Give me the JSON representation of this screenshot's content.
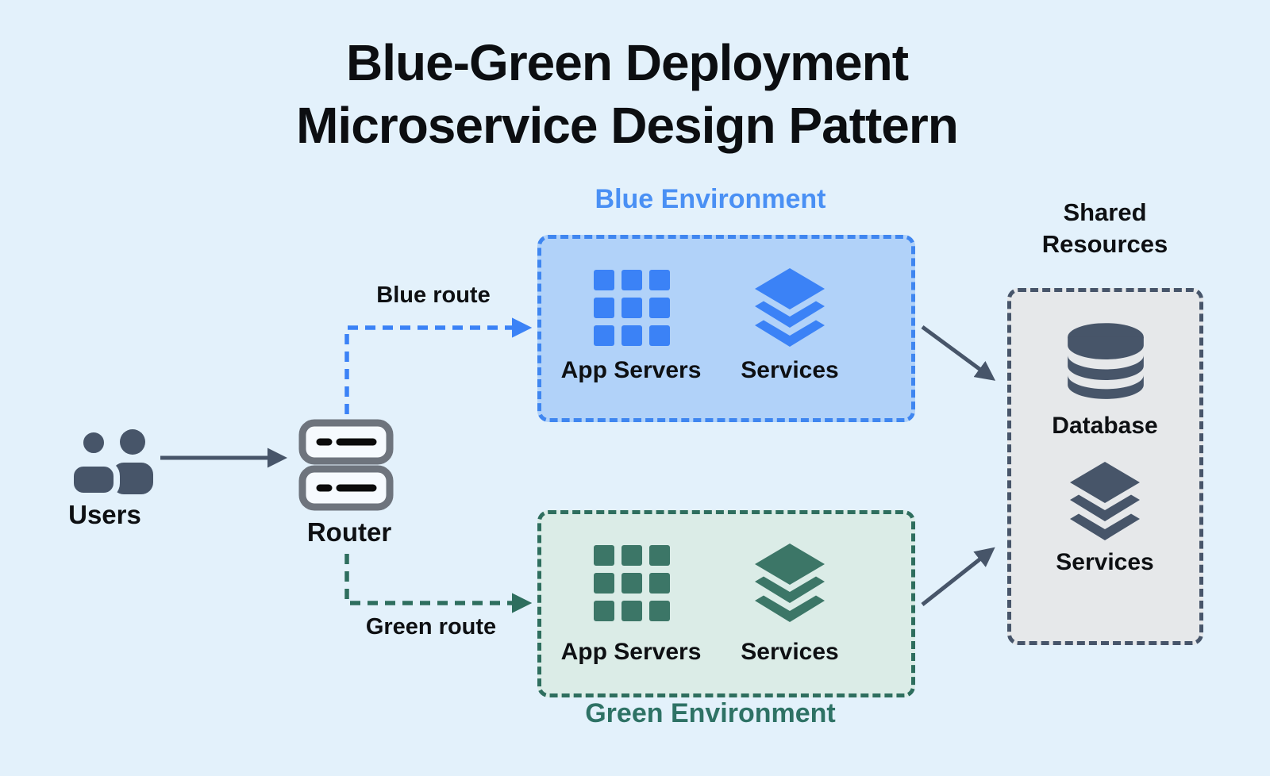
{
  "title": {
    "line1": "Blue-Green Deployment",
    "line2": "Microservice Design Pattern"
  },
  "users": {
    "label": "Users",
    "icon": "users-icon"
  },
  "router": {
    "label": "Router",
    "icon": "router-icon"
  },
  "routes": {
    "blue": {
      "label": "Blue route",
      "color": "#3b82f6",
      "style": "dashed"
    },
    "green": {
      "label": "Green route",
      "color": "#2e6e5e",
      "style": "dashed"
    }
  },
  "blue_environment": {
    "title": "Blue Environment",
    "items": [
      {
        "label": "App Servers",
        "icon": "app-grid-icon"
      },
      {
        "label": "Services",
        "icon": "layers-icon"
      }
    ]
  },
  "green_environment": {
    "title": "Green Environment",
    "items": [
      {
        "label": "App Servers",
        "icon": "app-grid-icon"
      },
      {
        "label": "Services",
        "icon": "layers-icon"
      }
    ]
  },
  "shared_resources": {
    "title_line1": "Shared",
    "title_line2": "Resources",
    "items": [
      {
        "label": "Database",
        "icon": "database-icon"
      },
      {
        "label": "Services",
        "icon": "layers-icon"
      }
    ]
  },
  "colors": {
    "background": "#e3f1fb",
    "blue_accent": "#3b82f6",
    "blue_box_fill": "#b1d2f9",
    "blue_title_text": "#4a90f4",
    "green_accent": "#2e6e5e",
    "green_box_fill": "#dbece7",
    "green_title_text": "#2e7265",
    "slate": "#475569",
    "shared_box_fill": "#e6e8ea",
    "router_border_gray": "#6e747d",
    "text": "#0d0f12"
  }
}
